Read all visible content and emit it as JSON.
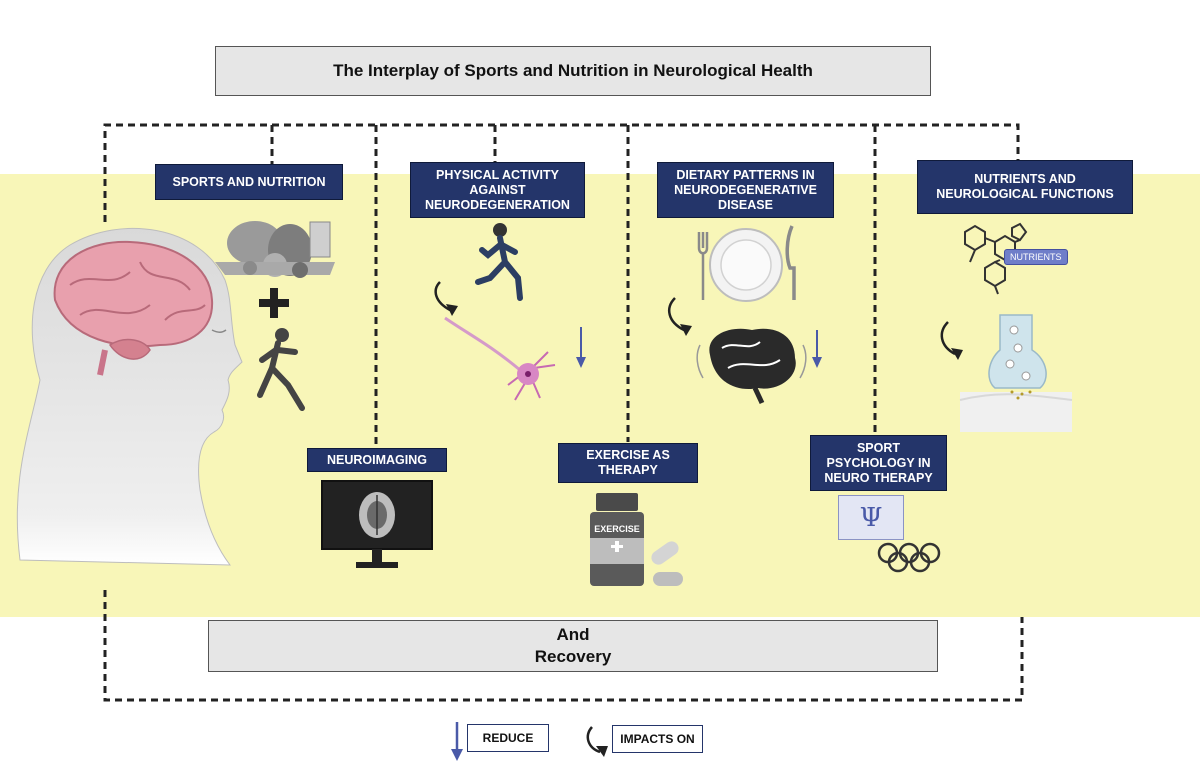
{
  "title": "The Interplay of Sports and Nutrition in Neurological Health",
  "labels": {
    "sports_nutrition": "SPORTS AND NUTRITION",
    "physical_activity": [
      "PHYSICAL ACTIVITY",
      "AGAINST",
      "NEURODEGENERATION"
    ],
    "dietary_patterns": [
      "DIETARY PATTERNS IN",
      "NEURODEGENERATIVE",
      "DISEASE"
    ],
    "nutrients_functions": [
      "NUTRIENTS AND",
      "NEUROLOGICAL FUNCTIONS"
    ],
    "neuroimaging": "NEUROIMAGING",
    "exercise_therapy": [
      "EXERCISE AS",
      "THERAPY"
    ],
    "sport_psychology": [
      "SPORT",
      "PSYCHOLOGY IN",
      "NEURO THERAPY"
    ]
  },
  "bottom": [
    "And",
    "Recovery"
  ],
  "tags": {
    "nutrients": "NUTRIENTS",
    "exercise": "EXERCISE",
    "psi": "Ψ",
    "plus": "+"
  },
  "legend": {
    "reduce": "REDUCE",
    "impacts": "IMPACTS ON"
  },
  "colors": {
    "navy": "#24356a",
    "band": "#f8f6b8",
    "arrow_blue": "#4a5aa8"
  }
}
